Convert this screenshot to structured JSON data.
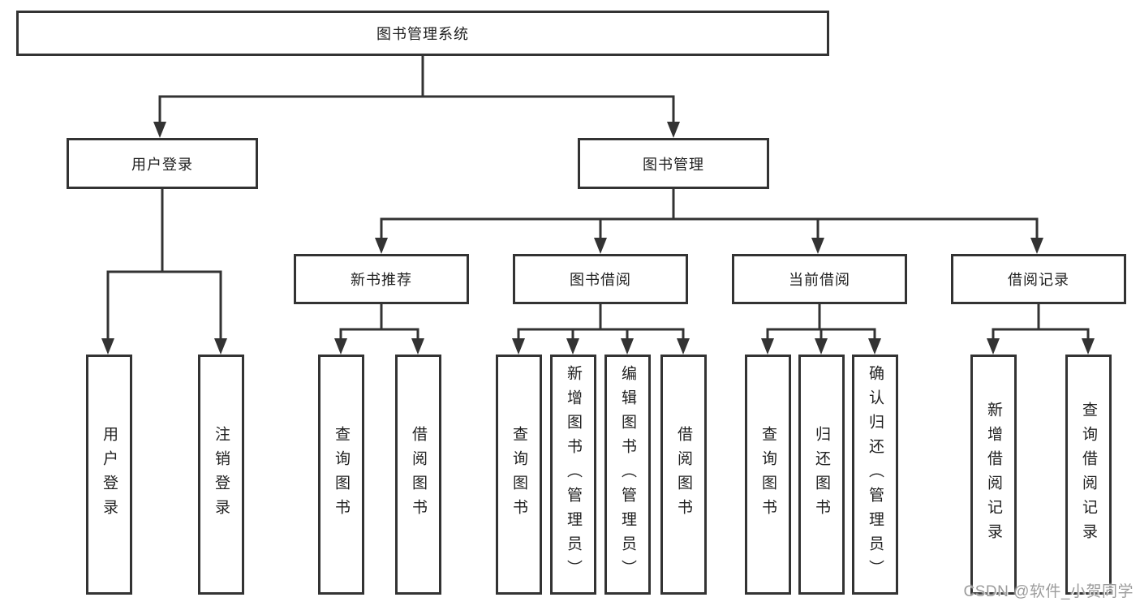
{
  "colors": {
    "line": "#333333",
    "box_border": "#333333",
    "text": "#1f1f1f",
    "background": "#ffffff",
    "watermark": "#9c9c9c"
  },
  "diagram": {
    "type": "hierarchy-tree",
    "root": "图书管理系统",
    "level1": [
      "用户登录",
      "图书管理"
    ],
    "level2": [
      "新书推荐",
      "图书借阅",
      "当前借阅",
      "借阅记录"
    ],
    "children": {
      "user_login": [
        "用户登录",
        "注销登录"
      ],
      "new_book_recommend": [
        "查询图书",
        "借阅图书"
      ],
      "book_borrow": [
        "查询图书",
        "新增图书（管理员）",
        "编辑图书（管理员）",
        "借阅图书"
      ],
      "current_borrow": [
        "查询图书",
        "归还图书",
        "确认归还（管理员）"
      ],
      "borrow_record": [
        "新增借阅记录",
        "查询借阅记录"
      ]
    }
  },
  "watermark": "CSDN @软件_小贺同学"
}
